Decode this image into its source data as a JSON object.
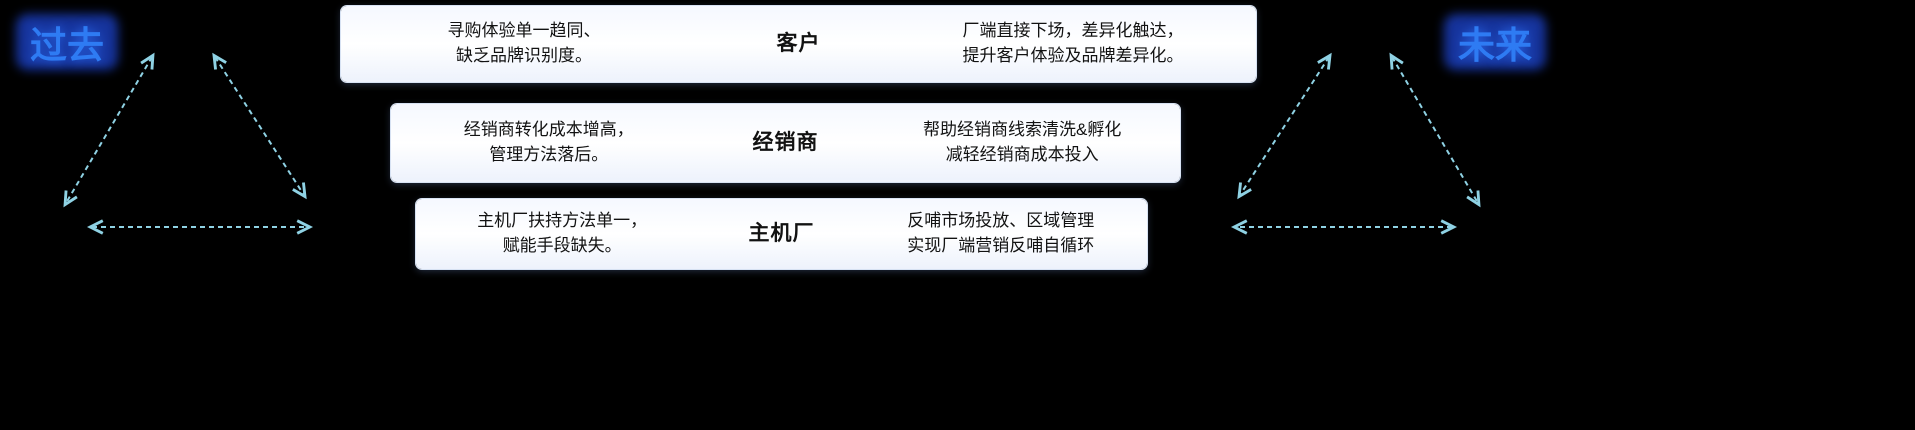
{
  "labels": {
    "past": "过去",
    "future": "未来"
  },
  "rows": [
    {
      "past_text": "寻购体验单一趋同、\n缺乏品牌识别度。",
      "role": "客户",
      "future_text": "厂端直接下场，差异化触达，\n提升客户体验及品牌差异化。"
    },
    {
      "past_text": "经销商转化成本增高，\n管理方法落后。",
      "role": "经销商",
      "future_text": "帮助经销商线索清洗&孵化\n减轻经销商成本投入"
    },
    {
      "past_text": "主机厂扶持方法单一，\n赋能手段缺失。",
      "role": "主机厂",
      "future_text": "反哺市场投放、区域管理\n实现厂端营销反哺自循环"
    }
  ],
  "colors": {
    "bg": "#000000",
    "arrow": "#8fd2e4",
    "label_text": "#2e7bf3",
    "label_glow": "#16339b",
    "box_border": "#d7e2f3",
    "text": "#121212"
  }
}
